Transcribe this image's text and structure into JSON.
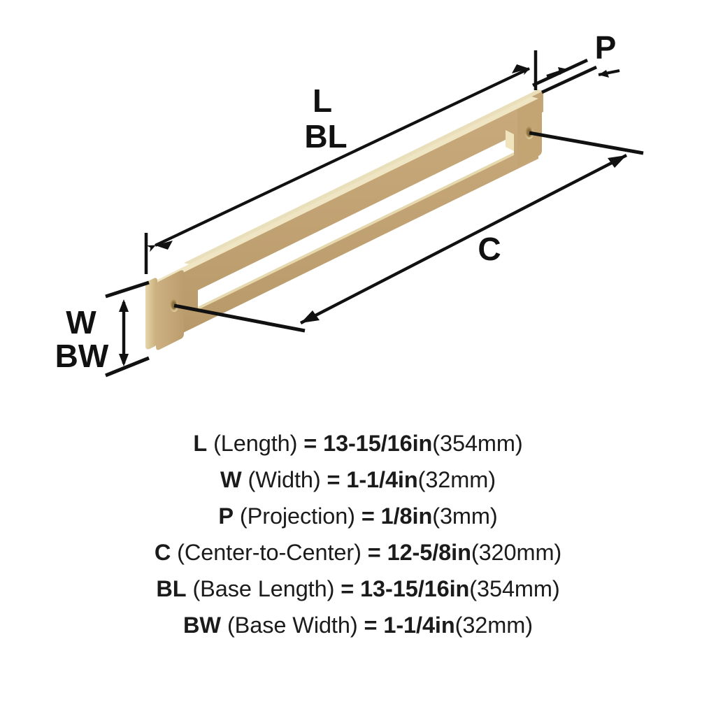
{
  "product": {
    "type": "cabinet-pull-handle",
    "finish_color": "#c2a473",
    "finish_light": "#e8dcb8",
    "finish_mid": "#c0a172",
    "finish_dark": "#b0905f",
    "line_color": "#111111",
    "background": "#ffffff"
  },
  "diagram": {
    "labels": {
      "length": "L",
      "base_length": "BL",
      "width": "W",
      "base_width": "BW",
      "projection": "P",
      "center_to_center": "C"
    }
  },
  "specs": [
    {
      "code": "L",
      "name": "(Length)",
      "equals": "=",
      "imperial": "13-15/16in",
      "metric": "(354mm)"
    },
    {
      "code": "W",
      "name": "(Width)",
      "equals": "=",
      "imperial": "1-1/4in",
      "metric": "(32mm)"
    },
    {
      "code": "P",
      "name": "(Projection)",
      "equals": "=",
      "imperial": "1/8in",
      "metric": "(3mm)"
    },
    {
      "code": "C",
      "name": "(Center-to-Center)",
      "equals": "=",
      "imperial": "12-5/8in",
      "metric": "(320mm)"
    },
    {
      "code": "BL",
      "name": "(Base Length)",
      "equals": "=",
      "imperial": "13-15/16in",
      "metric": "(354mm)"
    },
    {
      "code": "BW",
      "name": "(Base Width)",
      "equals": "=",
      "imperial": "1-1/4in",
      "metric": "(32mm)"
    }
  ]
}
